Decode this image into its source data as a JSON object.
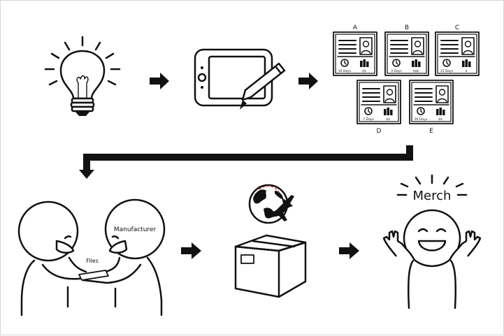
{
  "quotes": [
    {
      "letter": "A",
      "duration": "10 Days",
      "price": "$$"
    },
    {
      "letter": "B",
      "duration": "4 Days",
      "price": "$$$"
    },
    {
      "letter": "C",
      "duration": "15 Days",
      "price": "$"
    },
    {
      "letter": "D",
      "duration": "7 Days",
      "price": "$$"
    },
    {
      "letter": "E",
      "duration": "30 Days",
      "price": "$$"
    }
  ],
  "labels": {
    "manufacturer": "Manufacturer",
    "files": "Files",
    "merch": "Merch"
  },
  "colors": {
    "ink": "#111111",
    "flight_path": "#cc3333",
    "background": "#ffffff"
  },
  "icons": [
    "lightbulb-icon",
    "drawing-tablet-icon",
    "stylus-pen-icon",
    "clock-icon",
    "coins-icon",
    "globe-icon",
    "airplane-icon",
    "box-icon",
    "arrow-right-icon"
  ]
}
